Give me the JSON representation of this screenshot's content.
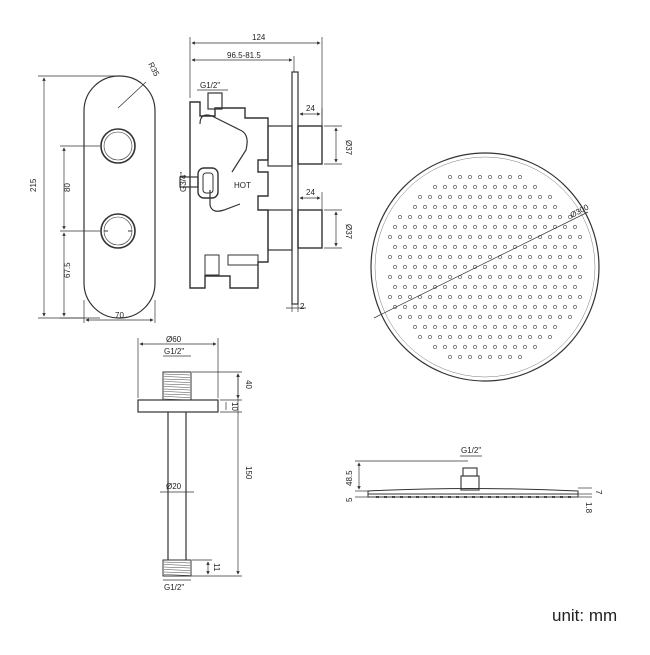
{
  "labels": {
    "r35": "R35",
    "w124": "124",
    "w965": "96.5-81.5",
    "g12": "G1/2\"",
    "d24a": "24",
    "d24b": "24",
    "d37a": "Ø37",
    "d37b": "Ø37",
    "g34": "G3/4\"",
    "hot": "HOT",
    "h215": "215",
    "h80": "80",
    "h675": "67.5",
    "w70": "70",
    "t2": "2",
    "d300": "Ø300",
    "d60": "Ø60",
    "arm_g12_top": "G1/2\"",
    "h40": "40",
    "h10": "10",
    "h150": "150",
    "d20": "Ø20",
    "h11": "11",
    "arm_g12_bottom": "G1/2\"",
    "side_g12": "G1/2\"",
    "h485": "48.5",
    "h5": "5",
    "h7": "7",
    "h18": "1.8",
    "unit": "unit: mm"
  }
}
